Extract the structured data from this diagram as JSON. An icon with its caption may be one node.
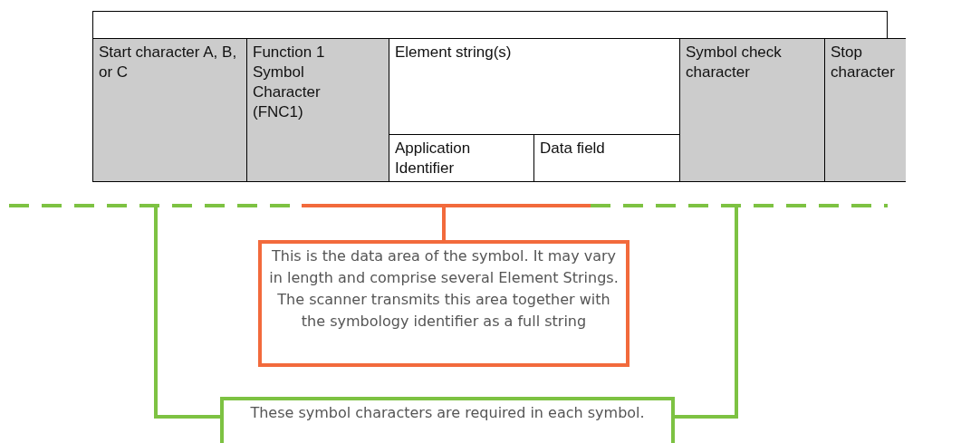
{
  "diagram": {
    "nodes": [
      {
        "text": [
          "This is the data area of the symbol. It may vary in length and comprise several Element Strings. The scanner transmits this area together with the symbology identifier as a full string"
        ]
      },
      {
        "text": [
          "These symbol characters are required in each symbol."
        ]
      }
    ],
    "edges": [
      {
        "from": 0,
        "to": null,
        "arrow": "none",
        "color": "#f26a3c"
      },
      {
        "from": 1,
        "to": null,
        "arrow": "none"
      },
      {
        "from": 1,
        "to": null,
        "arrow": "none"
      }
    ],
    "labels": [
      "Start character A, B, or C",
      "Function 1 Symbol Character (FNC1)",
      "Element string(s)",
      "Symbol check character",
      "Stop character",
      "Application Identifier",
      "Data field"
    ]
  }
}
